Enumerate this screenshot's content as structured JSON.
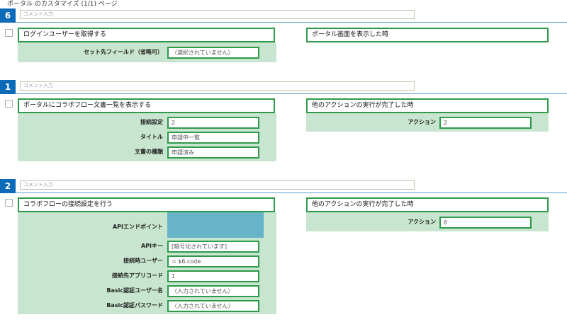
{
  "page": {
    "title": "ポータル のカスタマイズ (1/1) ページ"
  },
  "comment_placeholder": "コメント入力",
  "steps": [
    {
      "number": "6",
      "action": "ログインユーザーを取得する",
      "trigger": "ポータル画面を表示した時",
      "fields": [
        {
          "label": "セット先フィールド（省略可）",
          "value": "〈選択されていません〉"
        }
      ]
    },
    {
      "number": "1",
      "action": "ポータルにコラボフロー文書一覧を表示する",
      "trigger": "他のアクションの実行が完了した時",
      "trigger_field": {
        "label": "アクション",
        "value": "2"
      },
      "fields": [
        {
          "label": "接続設定",
          "value": "2"
        },
        {
          "label": "タイトル",
          "value": "申請中一覧"
        },
        {
          "label": "文書の種類",
          "value": "申請済み"
        }
      ]
    },
    {
      "number": "2",
      "action": "コラボフローの接続設定を行う",
      "trigger": "他のアクションの実行が完了した時",
      "trigger_field": {
        "label": "アクション",
        "value": "6"
      },
      "endpoint_label": "APIエンドポイント",
      "fields": [
        {
          "label": "APIキー",
          "value": "[暗号化されています]"
        },
        {
          "label": "接続時ユーザー",
          "value": "= $6.code"
        },
        {
          "label": "接続先アプリコード",
          "value": "1"
        },
        {
          "label": "Basic認証ユーザー名",
          "value": "〈入力されていません〉"
        },
        {
          "label": "Basic認証パスワード",
          "value": "〈入力されていません〉"
        }
      ]
    }
  ],
  "colors": {
    "step_badge": "#0b6bb8",
    "border_green": "#2e9a4a",
    "panel_green": "#c8e6cf",
    "endpoint_block": "#67b3c8"
  }
}
